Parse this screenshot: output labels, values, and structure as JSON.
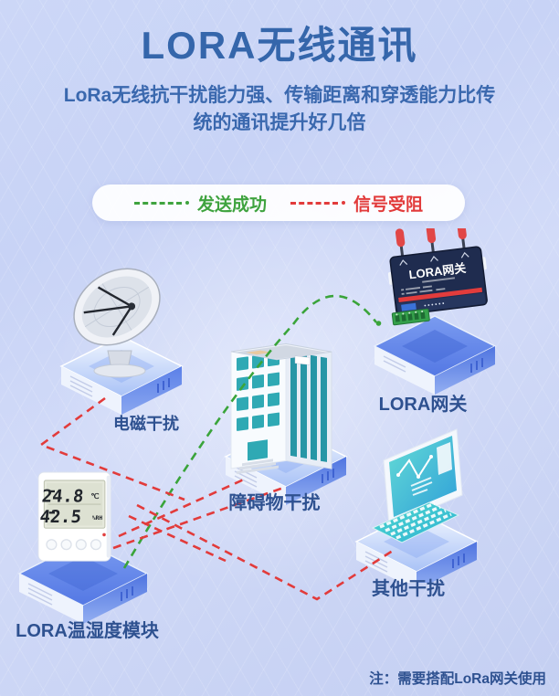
{
  "page": {
    "title": "LORA无线通讯",
    "subtitle_line1": "LoRa无线抗干扰能力强、传输距离和穿透能力比传",
    "subtitle_line2": "统的通讯提升好几倍",
    "note": "注：需要搭配LoRa网关使用"
  },
  "legend": {
    "success_label": "发送成功",
    "blocked_label": "信号受阻",
    "success_color": "#3fa33f",
    "blocked_color": "#e23b3b"
  },
  "nodes": {
    "dish": {
      "label": "电磁干扰"
    },
    "gateway": {
      "label": "LORA网关"
    },
    "building": {
      "label": "障碍物干扰"
    },
    "sensor": {
      "label": "LORA温湿度模块"
    },
    "computer": {
      "label": "其他干扰"
    }
  },
  "devices": {
    "gateway_text": "LORA网关",
    "sensor_temperature": "24.8",
    "sensor_temp_unit": "℃",
    "sensor_humidity": "42.5",
    "sensor_hum_unit": "%RH"
  },
  "colors": {
    "title": "#3566ab",
    "node_label": "#2e5190",
    "platform_blue": "#4a6fd8",
    "device_navy": "#1f2c4f",
    "antenna_red": "#e14747",
    "window_teal": "#2fa9b4"
  }
}
